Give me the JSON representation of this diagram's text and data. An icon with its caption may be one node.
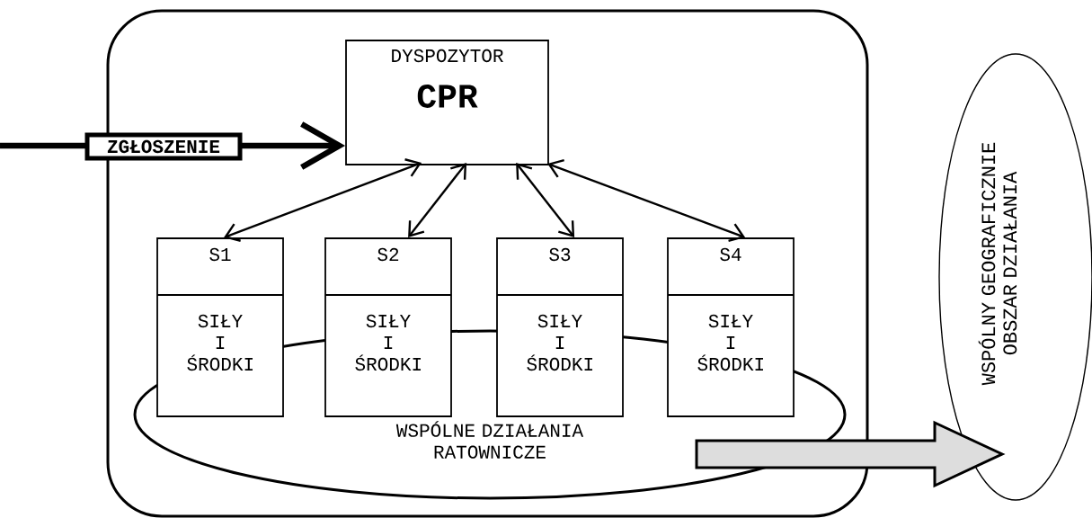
{
  "diagram": {
    "nodes": [
      {
        "text": [],
        "shape": "box"
      },
      {
        "text": [
          "DYSPOZYTOR",
          "CPR"
        ],
        "in": 0
      },
      {
        "text": [
          "S1",
          "SIŁY I ŚRODKI"
        ],
        "in": 0
      },
      {
        "text": [
          "S2",
          "SIŁY I ŚRODKI"
        ],
        "in": 0
      },
      {
        "text": [
          "S3",
          "SIŁY I ŚRODKI"
        ],
        "in": 0
      },
      {
        "text": [
          "S4",
          "SIŁY I ŚRODKI"
        ],
        "in": 0
      },
      {
        "text": [
          "WSPÓLNE DZIAŁANIA RATOWNICZE"
        ],
        "in": 0
      },
      {
        "text": [
          "WSPÓLNY GEOGRAFICZNIE OBSZAR DZIAŁANIA"
        ]
      }
    ],
    "edges": [
      {
        "from": null,
        "to": 1,
        "arrow": "to",
        "label": "ZGŁOSZENIE",
        "style": "thick"
      },
      {
        "from": 1,
        "to": 2,
        "arrow": "both"
      },
      {
        "from": 1,
        "to": 3,
        "arrow": "both"
      },
      {
        "from": 1,
        "to": 4,
        "arrow": "both"
      },
      {
        "from": 1,
        "to": 5,
        "arrow": "both"
      },
      {
        "from": 6,
        "to": 7,
        "arrow": "to",
        "color": "#dddddd"
      }
    ]
  }
}
